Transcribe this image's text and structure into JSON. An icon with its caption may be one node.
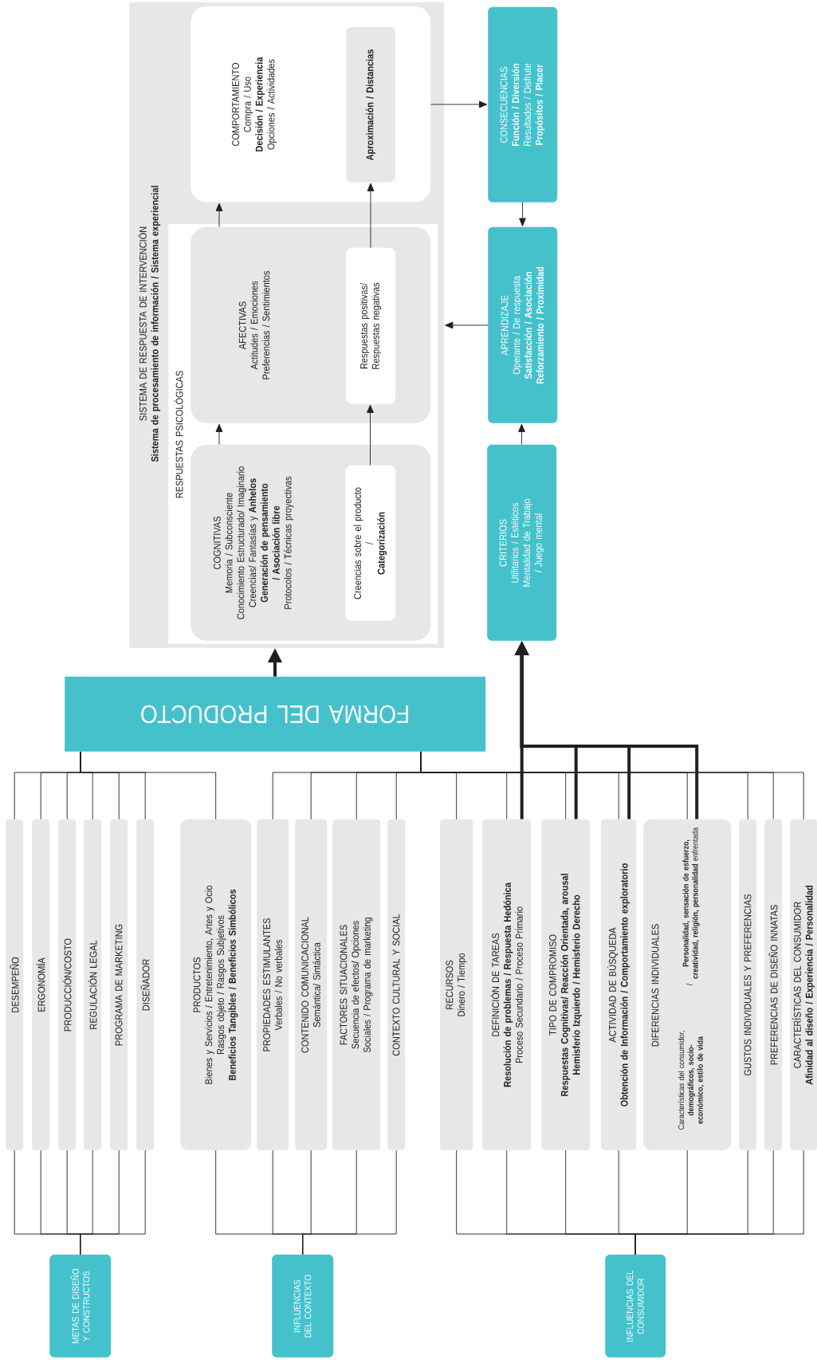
{
  "diagram": {
    "nodes": [
      {
        "text": [
          "SISTEMA DE RESPUESTA DE INTERVENCIÓN",
          "Sistema de procesamiento de información / Sistema experiencial"
        ]
      },
      {
        "text": [
          "RESPUESTAS PSICOLÓGICAS"
        ],
        "in": 0
      },
      {
        "text": [
          "COMPORTAMIENTO",
          "Compra / Uso",
          "Decisión / Experiencia",
          "Opciones / Actividades"
        ],
        "in": 0
      },
      {
        "text": [
          "Aproximación / Distancias"
        ],
        "in": 2
      },
      {
        "text": [
          "AFECTIVAS",
          "Actitudes / Emociones",
          "Preferencias / Sentimientos"
        ],
        "in": 1
      },
      {
        "text": [
          "Respuestas positivas/ Respuestas negativas"
        ],
        "in": 4
      },
      {
        "text": [
          "COGNITIVAS",
          "Memoria / Subconsciente",
          "Conocimiento Estructurado/ Imaginario",
          "Creencias/ Fantasías y **Anhelos**",
          "Generación de pensamiento / Asociación libre",
          "Protocolos / Técnicas proyectivas"
        ],
        "in": 1
      },
      {
        "text": [
          "Creencias sobre el producto",
          "/",
          "Categorización"
        ],
        "in": 6
      },
      {
        "text": [
          "CONSECUENCIAS",
          "Función / Diversión",
          "Resultados / Disfrute",
          "Propósitos / Placer"
        ]
      },
      {
        "text": [
          "APRENDIZAJE",
          "Operante / De respuesta",
          "Satisfacción / Asociación",
          "Reforzamiento / Proximidad"
        ]
      },
      {
        "text": [
          "CRITERIOS",
          "Utilitarios / Estéticos",
          "Mentalidad de Trabajo / Juego mental"
        ]
      },
      {
        "text": [
          "FORMA DEL PRODUCTO"
        ]
      },
      {
        "text": [
          "DESEMPEÑO"
        ]
      },
      {
        "text": [
          "ERGONOMÍA"
        ]
      },
      {
        "text": [
          "PRODUCCIÓN/COSTO"
        ]
      },
      {
        "text": [
          "REGULACIÓN LEGAL"
        ]
      },
      {
        "text": [
          "PROGRAMA DE MARKETING"
        ]
      },
      {
        "text": [
          "DISEÑADOR"
        ]
      },
      {
        "text": [
          "PRODUCTOS",
          "Bienes y Servicios / Entretenimiento, Artes y Ocio",
          "Rasgos objeto / Rasgos Subjetivos",
          "Beneficios Tangibles / Beneficios Simbólicos"
        ]
      },
      {
        "text": [
          "PROPIEDADES ESTIMULANTES",
          "Verbales / No verbales"
        ]
      },
      {
        "text": [
          "CONTENIDO COMUNICACIONAL",
          "Semántica/ Sintáctica"
        ]
      },
      {
        "text": [
          "FACTORES SITUACIONALES",
          "Secuencia de efectos/ Opciones Sociales / Programa de marketing"
        ]
      },
      {
        "text": [
          "CONTEXTO CULTURAL Y SOCIAL"
        ]
      },
      {
        "text": [
          "RECURSOS",
          "Dinero / Tiempo"
        ]
      },
      {
        "text": [
          "DEFINICIÓN DE TAREAS",
          "Resolución de problemas / Respuesta Hedónica",
          "Proceso Secundario / Proceso Primario"
        ]
      },
      {
        "text": [
          "TIPO DE COMPROMISO",
          "Respuestas Cognitivas/ Reacción Orientada, arousal",
          "Hemisferio Izquierdo / Hemisferio Derecho"
        ]
      },
      {
        "text": [
          "ACTIVIDAD DE BÚSQUEDA",
          "Obtención de Información / Comportamiento exploratorio"
        ]
      },
      {
        "text": [
          "DIFERENCIAS INDIVIDUALES",
          "Características del consumidor, **demográficos, socio-económico, estilo de vida**",
          "/",
          "**Personalidad, sensación de esfuerzo, creatividad, religión, personalidad** enfrentada"
        ]
      },
      {
        "text": [
          "GUSTOS INDIVIDUALES Y PREFERENCIAS"
        ]
      },
      {
        "text": [
          "PREFERENCIAS DE DISEÑO INNATAS"
        ]
      },
      {
        "text": [
          "CARACTERÍSTICAS DEL CONSUMIDOR",
          "Afinidad al diseño / Experiencia / Personalidad"
        ]
      },
      {
        "text": [
          "METAS DE DISEÑO Y CONSTRUCTOS"
        ]
      },
      {
        "text": [
          "INFLUENCIAS DEL CONTEXTO"
        ]
      },
      {
        "text": [
          "INFLUENCIAS DEL CONSUMIDOR"
        ]
      }
    ],
    "edges": [
      {
        "from": 6,
        "to": 4,
        "arrow": "to"
      },
      {
        "from": 4,
        "to": 2,
        "arrow": "to"
      },
      {
        "from": 7,
        "to": 5,
        "arrow": "to"
      },
      {
        "from": 5,
        "to": 3,
        "arrow": "to"
      },
      {
        "from": 2,
        "to": 8,
        "arrow": "to"
      },
      {
        "from": 8,
        "to": 9,
        "arrow": "to"
      },
      {
        "from": 10,
        "to": 9,
        "arrow": "to"
      },
      {
        "from": 9,
        "to": 0,
        "arrow": "to"
      },
      {
        "from": 11,
        "to": 0,
        "arrow": "to",
        "style": "thick"
      },
      {
        "from": 24,
        "to": 10,
        "arrow": "to",
        "style": "thick"
      },
      {
        "from": 25,
        "to": 10,
        "arrow": "to",
        "style": "thick"
      },
      {
        "from": 26,
        "to": 10,
        "arrow": "to",
        "style": "thick"
      },
      {
        "from": 27,
        "to": 10,
        "arrow": "to",
        "style": "thick"
      },
      {
        "from": 12,
        "to": 11,
        "arrow": "none"
      },
      {
        "from": 13,
        "to": 11,
        "arrow": "none"
      },
      {
        "from": 14,
        "to": 11,
        "arrow": "none"
      },
      {
        "from": 15,
        "to": 11,
        "arrow": "none"
      },
      {
        "from": 16,
        "to": 11,
        "arrow": "none"
      },
      {
        "from": 17,
        "to": 11,
        "arrow": "none"
      },
      {
        "from": 18,
        "to": 11,
        "arrow": "none"
      },
      {
        "from": 19,
        "to": 11,
        "arrow": "none"
      },
      {
        "from": 20,
        "to": 11,
        "arrow": "none"
      },
      {
        "from": 21,
        "to": 11,
        "arrow": "none"
      },
      {
        "from": 22,
        "to": 11,
        "arrow": "none"
      },
      {
        "from": 23,
        "to": 11,
        "arrow": "none"
      },
      {
        "from": 24,
        "to": 11,
        "arrow": "none"
      },
      {
        "from": 25,
        "to": 11,
        "arrow": "none"
      },
      {
        "from": 26,
        "to": 11,
        "arrow": "none"
      },
      {
        "from": 27,
        "to": 11,
        "arrow": "none"
      },
      {
        "from": 28,
        "to": 11,
        "arrow": "none"
      },
      {
        "from": 29,
        "to": 11,
        "arrow": "none"
      },
      {
        "from": 30,
        "to": 11,
        "arrow": "none"
      },
      {
        "from": 31,
        "to": 12,
        "arrow": "none"
      },
      {
        "from": 31,
        "to": 13,
        "arrow": "none"
      },
      {
        "from": 31,
        "to": 14,
        "arrow": "none"
      },
      {
        "from": 31,
        "to": 15,
        "arrow": "none"
      },
      {
        "from": 31,
        "to": 16,
        "arrow": "none"
      },
      {
        "from": 31,
        "to": 17,
        "arrow": "none"
      },
      {
        "from": 32,
        "to": 18,
        "arrow": "none"
      },
      {
        "from": 32,
        "to": 19,
        "arrow": "none"
      },
      {
        "from": 32,
        "to": 20,
        "arrow": "none"
      },
      {
        "from": 32,
        "to": 21,
        "arrow": "none"
      },
      {
        "from": 32,
        "to": 22,
        "arrow": "none"
      },
      {
        "from": 33,
        "to": 23,
        "arrow": "none"
      },
      {
        "from": 33,
        "to": 24,
        "arrow": "none"
      },
      {
        "from": 33,
        "to": 25,
        "arrow": "none"
      },
      {
        "from": 33,
        "to": 26,
        "arrow": "none"
      },
      {
        "from": 33,
        "to": 27,
        "arrow": "none"
      },
      {
        "from": 33,
        "to": 28,
        "arrow": "none"
      },
      {
        "from": 33,
        "to": 29,
        "arrow": "none"
      },
      {
        "from": 33,
        "to": 30,
        "arrow": "none"
      }
    ]
  }
}
